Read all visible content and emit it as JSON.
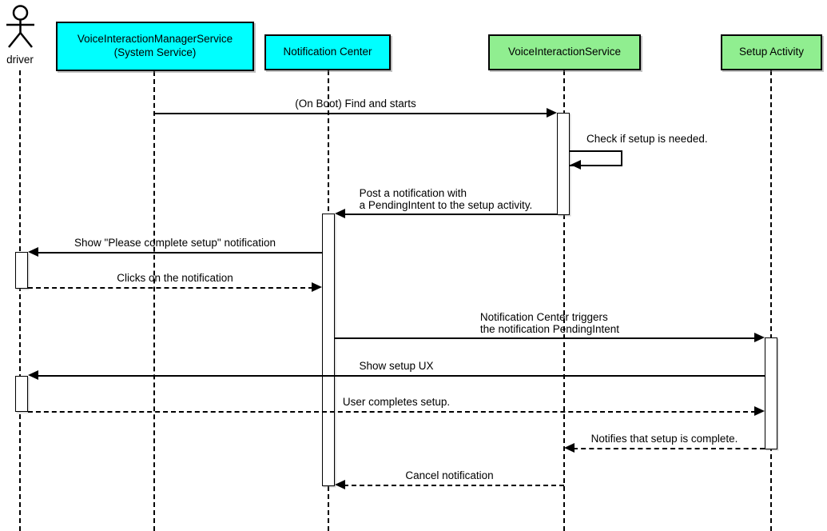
{
  "diagram": {
    "kind": "uml-sequence-diagram"
  },
  "colors": {
    "system_participant_fill": "#00FFFF",
    "app_participant_fill": "#90EE90",
    "line": "#000000",
    "background": "#FFFFFF"
  },
  "participants": [
    {
      "id": "driver",
      "kind": "actor",
      "label": "driver"
    },
    {
      "id": "vims",
      "kind": "box",
      "fill": "#00FFFF",
      "label": "VoiceInteractionManagerService\n(System Service)"
    },
    {
      "id": "notification-center",
      "kind": "box",
      "fill": "#00FFFF",
      "label": "Notification Center"
    },
    {
      "id": "voice-interaction-service",
      "kind": "box",
      "fill": "#90EE90",
      "label": "VoiceInteractionService"
    },
    {
      "id": "setup-activity",
      "kind": "box",
      "fill": "#90EE90",
      "label": "Setup Activity"
    }
  ],
  "messages": [
    {
      "from": "vims",
      "to": "voice-interaction-service",
      "style": "solid",
      "label": "(On Boot) Find and starts"
    },
    {
      "from": "voice-interaction-service",
      "to": "voice-interaction-service",
      "style": "solid",
      "self": true,
      "label": "Check if setup is needed."
    },
    {
      "from": "voice-interaction-service",
      "to": "notification-center",
      "style": "solid",
      "label": "Post a notification with\na PendingIntent to the setup activity."
    },
    {
      "from": "notification-center",
      "to": "driver",
      "style": "solid",
      "label": "Show \"Please complete setup\" notification"
    },
    {
      "from": "driver",
      "to": "notification-center",
      "style": "dashed",
      "label": "Clicks on the notification"
    },
    {
      "from": "notification-center",
      "to": "setup-activity",
      "style": "solid",
      "label": "Notification Center triggers\nthe notification PendingIntent"
    },
    {
      "from": "setup-activity",
      "to": "driver",
      "style": "solid",
      "label": "Show setup UX"
    },
    {
      "from": "driver",
      "to": "setup-activity",
      "style": "dashed",
      "label": "User completes setup."
    },
    {
      "from": "setup-activity",
      "to": "voice-interaction-service",
      "style": "dashed",
      "label": "Notifies that setup is complete."
    },
    {
      "from": "voice-interaction-service",
      "to": "notification-center",
      "style": "dashed",
      "label": "Cancel notification"
    }
  ]
}
